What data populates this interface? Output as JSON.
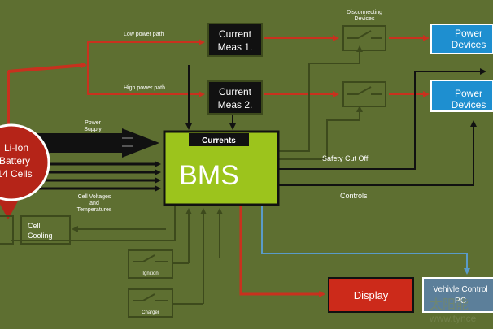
{
  "diagram": {
    "battery": {
      "line1": "Li-Ion",
      "line2": "Battery",
      "line3": "14 Cells"
    },
    "bms": {
      "title": "BMS",
      "currents_label": "Currents"
    },
    "current_meas_1": {
      "line1": "Current",
      "line2": "Meas 1."
    },
    "current_meas_2": {
      "line1": "Current",
      "line2": "Meas 2."
    },
    "power_devices_1": {
      "line1": "Power",
      "line2": "Devices"
    },
    "power_devices_2": {
      "line1": "Power",
      "line2": "Devices"
    },
    "display": {
      "label": "Display"
    },
    "vehicle_control": {
      "line1": "Vehivle Control",
      "line2": "PC"
    },
    "cell_cooling": {
      "line1": "Cell",
      "line2": "Cooling"
    },
    "labels": {
      "low_power_path": "Low power path",
      "high_power_path": "High power path",
      "disconnecting_devices_1": "Disconnecting",
      "disconnecting_devices_2": "Devices",
      "power_supply_1": "Power",
      "power_supply_2": "Supply",
      "safety_cut_off": "Safety Cut Off",
      "controls": "Controls",
      "cell_voltages_1": "Cell Voltages",
      "cell_voltages_2": "and",
      "cell_voltages_3": "Temperatures",
      "ignition": "Ignition",
      "charger": "Charger"
    },
    "watermark": {
      "line1": "太阳能",
      "line2": "www.tynce"
    },
    "colors": {
      "background": "#5e6f31",
      "bms_fill": "#9cc41c",
      "power_devices": "#1e8fd0",
      "display": "#cc2a1a",
      "vehicle_control": "#5c7f9a",
      "battery": "#b52418",
      "power_arrow": "#c8311e",
      "control_line": "#3d4a1c",
      "signal_line": "#111111"
    }
  }
}
